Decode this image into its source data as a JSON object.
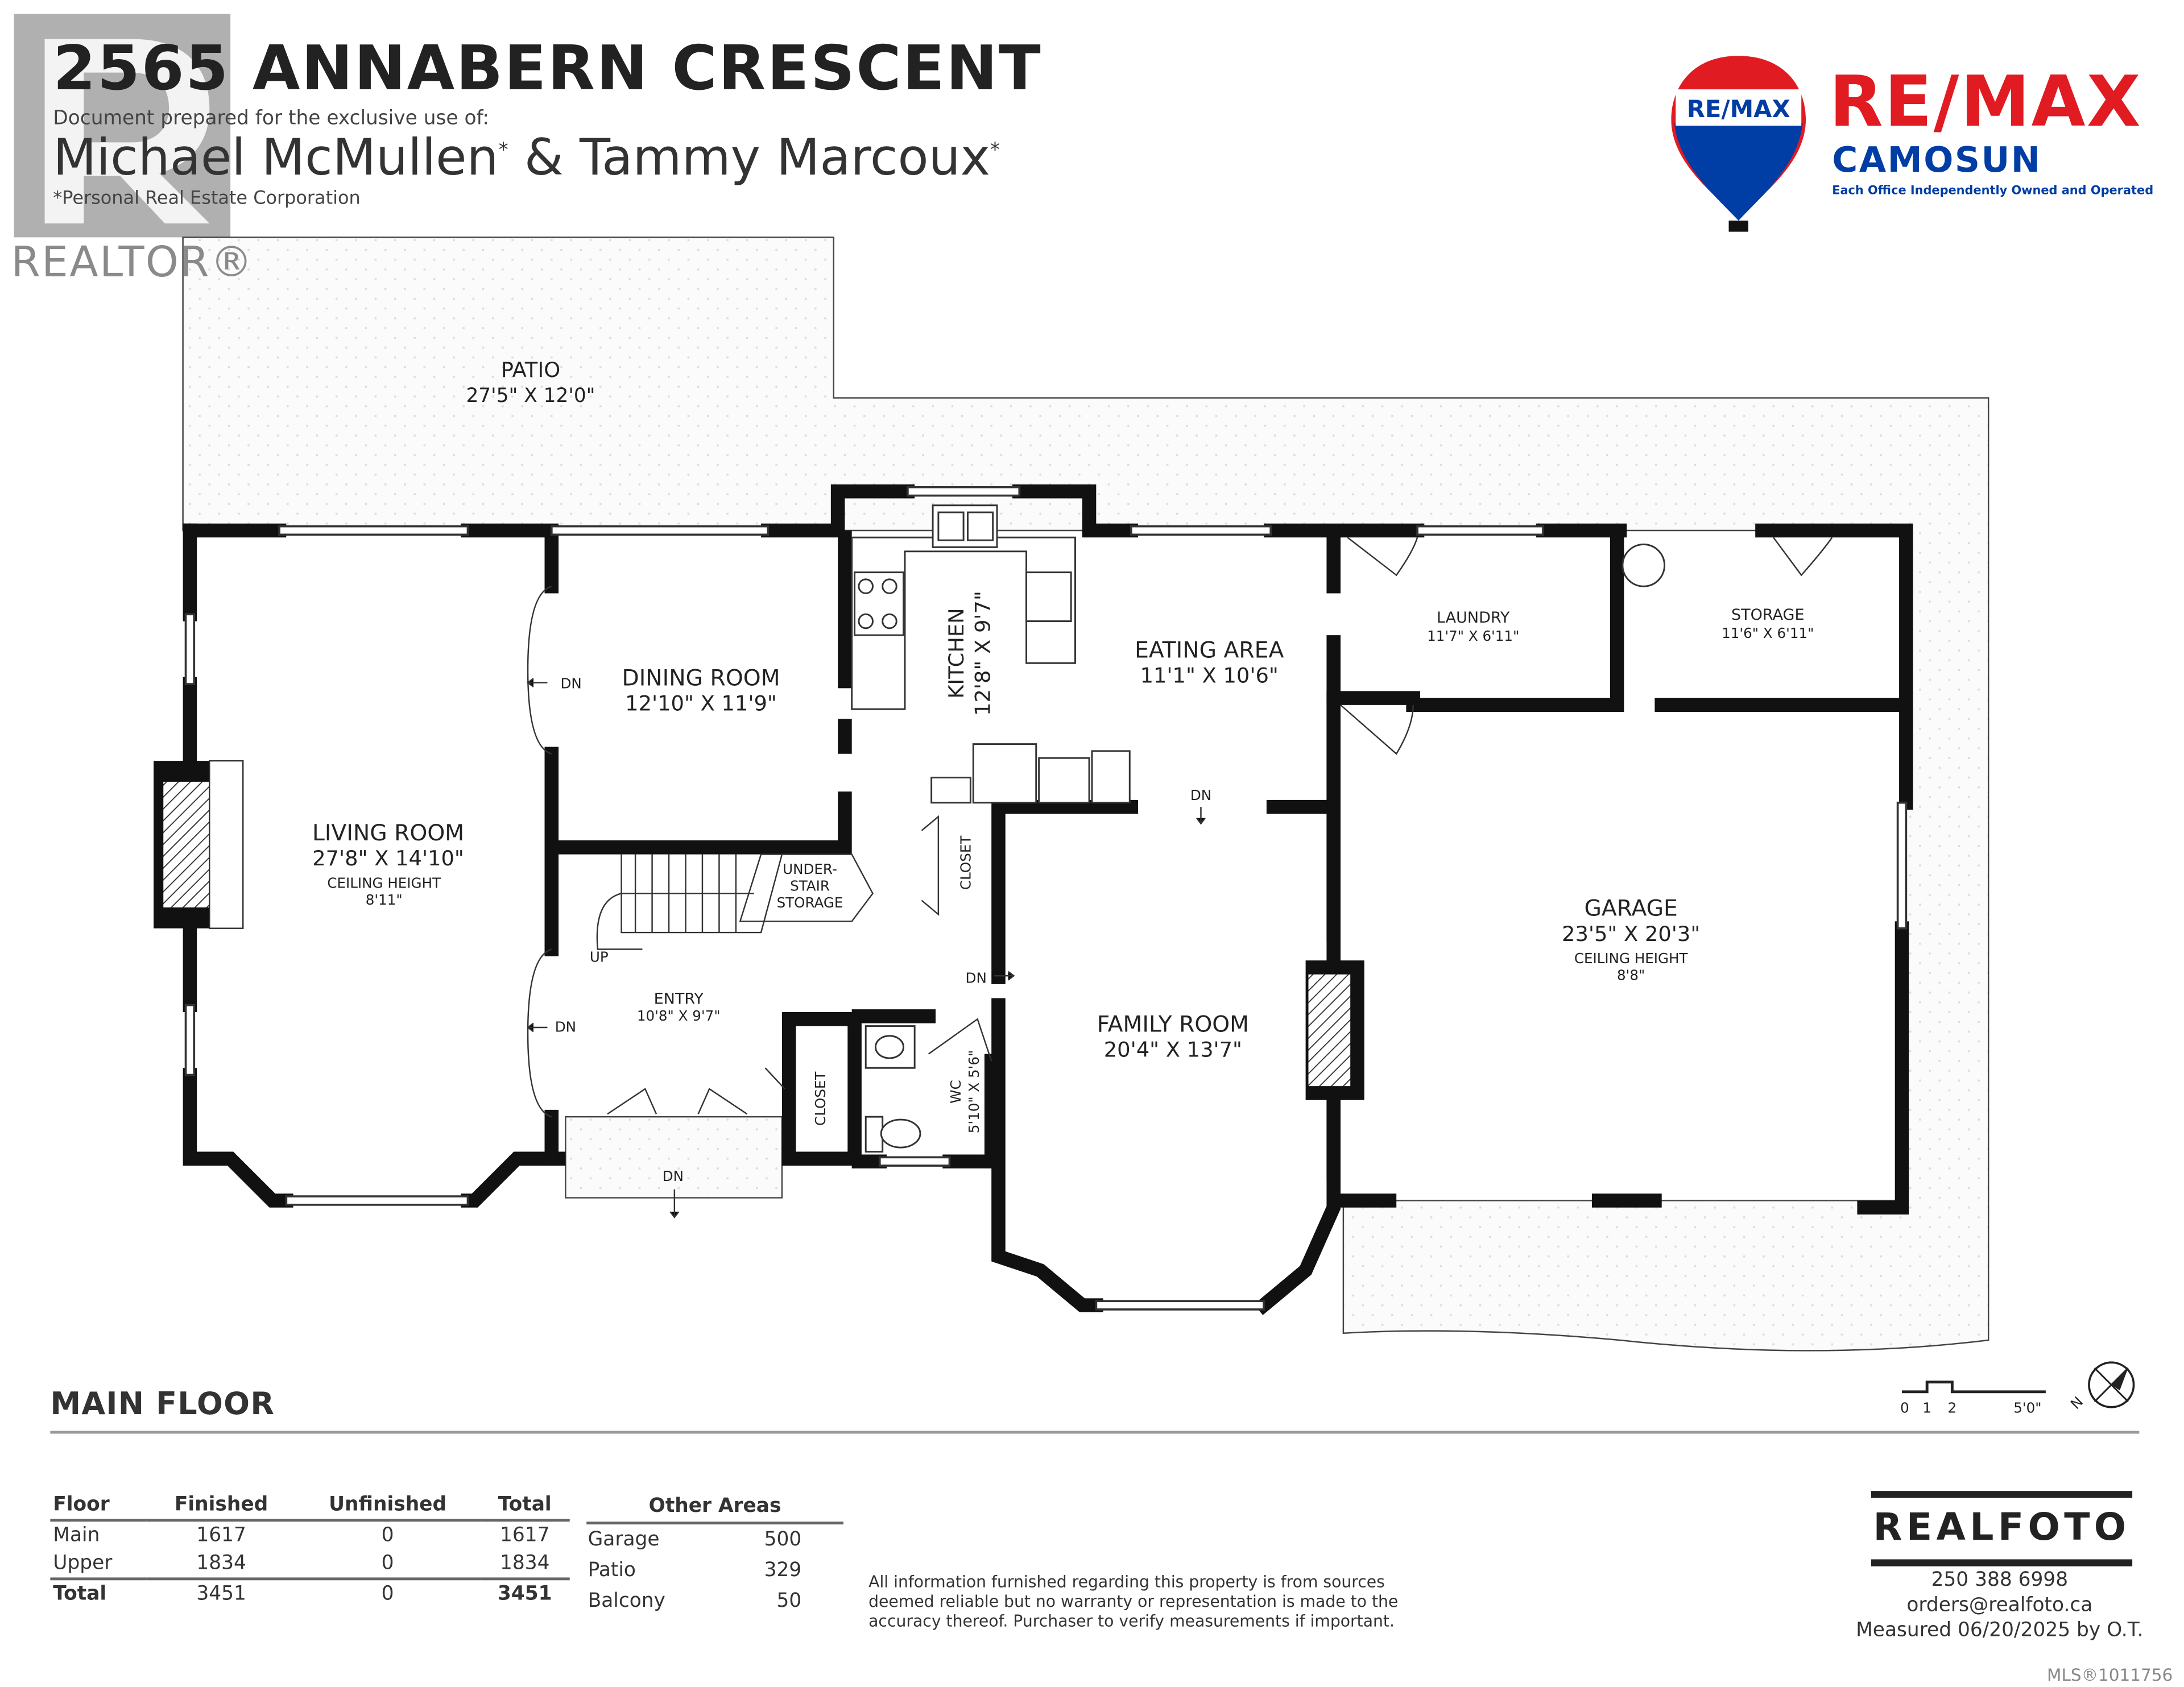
{
  "header": {
    "address": "2565 ANNABERN CRESCENT",
    "prepared_for": "Document prepared for the exclusive use of:",
    "agent_1": "Michael McMullen",
    "agent_joiner": "&",
    "agent_2": "Tammy Marcoux",
    "asterisk": "*",
    "corp_note": "*Personal Real Estate Corporation",
    "realtor_mark": "REALTOR®",
    "realtor_letter": "R"
  },
  "brand": {
    "balloon_text": "RE/MAX",
    "name": "RE/MAX",
    "office": "CAMOSUN",
    "tagline": "Each Office Independently Owned and Operated",
    "red": "#e11b22",
    "blue": "#003da5"
  },
  "plan": {
    "floor_label": "MAIN FLOOR",
    "rooms": {
      "patio": {
        "name": "PATIO",
        "dims": "27'5\" X 12'0\""
      },
      "living": {
        "name": "LIVING ROOM",
        "dims": "27'8\" X 14'10\"",
        "ceiling_label": "CEILING HEIGHT",
        "ceiling": "8'11\""
      },
      "dining": {
        "name": "DINING ROOM",
        "dims": "12'10\" X 11'9\""
      },
      "kitchen": {
        "name": "KITCHEN",
        "dims": "12'8\" X 9'7\""
      },
      "eating": {
        "name": "EATING AREA",
        "dims": "11'1\" X 10'6\""
      },
      "laundry": {
        "name": "LAUNDRY",
        "dims": "11'7\" X 6'11\""
      },
      "storage": {
        "name": "STORAGE",
        "dims": "11'6\" X 6'11\""
      },
      "garage": {
        "name": "GARAGE",
        "dims": "23'5\" X 20'3\"",
        "ceiling_label": "CEILING HEIGHT",
        "ceiling": "8'8\""
      },
      "family": {
        "name": "FAMILY ROOM",
        "dims": "20'4\" X 13'7\""
      },
      "entry": {
        "name": "ENTRY",
        "dims": "10'8\" X 9'7\""
      },
      "understair": {
        "line1": "UNDER-",
        "line2": "STAIR",
        "line3": "STORAGE"
      },
      "closet": {
        "name": "CLOSET"
      },
      "wc": {
        "name": "WC",
        "dims": "5'10\" X 5'6\""
      }
    },
    "down_label": "DN",
    "up_label": "UP",
    "scale": {
      "ticks": [
        "0",
        "1",
        "2",
        "5'0\""
      ]
    },
    "north": "N"
  },
  "areas_table": {
    "headers": [
      "Floor",
      "Finished",
      "Unfinished",
      "Total"
    ],
    "rows": [
      [
        "Main",
        "1617",
        "0",
        "1617"
      ],
      [
        "Upper",
        "1834",
        "0",
        "1834"
      ]
    ],
    "total": [
      "Total",
      "3451",
      "0",
      "3451"
    ]
  },
  "other_areas": {
    "header": "Other Areas",
    "rows": [
      [
        "Garage",
        "500"
      ],
      [
        "Patio",
        "329"
      ],
      [
        "Balcony",
        "50"
      ]
    ]
  },
  "disclaimer": {
    "line1": "All information furnished regarding this property is from sources",
    "line2": "deemed reliable but no warranty or representation is made to the",
    "line3": "accuracy thereof. Purchaser to verify measurements if important."
  },
  "realfoto": {
    "logo": "REALFOTO",
    "phone": "250 388 6998",
    "email": "orders@realfoto.ca",
    "measured": "Measured 06/20/2025 by O.T."
  },
  "mls": "MLS®1011756"
}
